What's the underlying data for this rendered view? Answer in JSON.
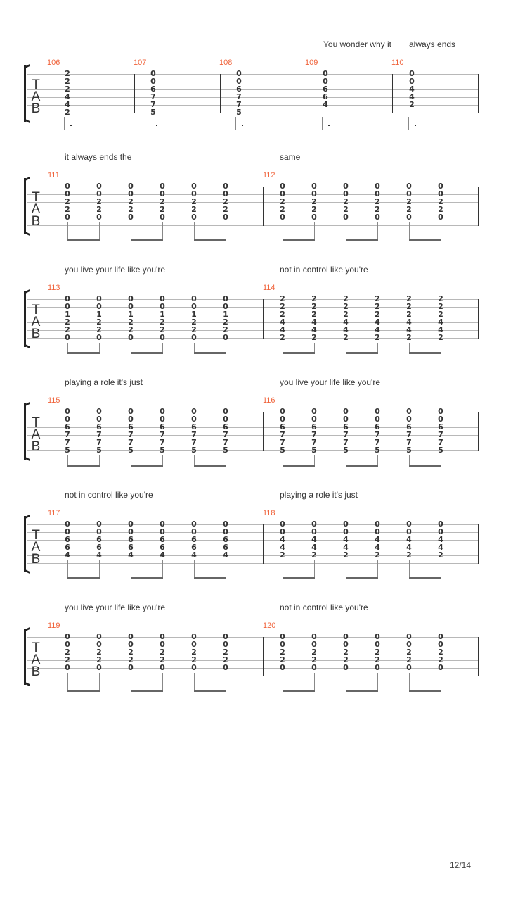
{
  "tab_letters": [
    "T",
    "A",
    "B"
  ],
  "page_number": "12/14",
  "systems": [
    {
      "layout": "five",
      "lyrics": [
        {
          "text": "You wonder why it",
          "measure": 3
        },
        {
          "text": "always ends",
          "measure": 4
        }
      ],
      "measures": [
        {
          "number": "106",
          "chords": [
            [
              "2",
              "2",
              "2",
              "4",
              "4",
              "2"
            ]
          ]
        },
        {
          "number": "107",
          "chords": [
            [
              "0",
              "0",
              "6",
              "7",
              "7",
              "5"
            ]
          ]
        },
        {
          "number": "108",
          "chords": [
            [
              "0",
              "0",
              "6",
              "7",
              "7",
              "5"
            ]
          ]
        },
        {
          "number": "109",
          "chords": [
            [
              "0",
              "0",
              "6",
              "6",
              "4"
            ]
          ]
        },
        {
          "number": "110",
          "chords": [
            [
              "0",
              "0",
              "4",
              "4",
              "2"
            ]
          ]
        }
      ]
    },
    {
      "layout": "two",
      "lyrics": [
        {
          "text": "it always ends the",
          "measure": 0
        },
        {
          "text": "same",
          "measure": 1
        }
      ],
      "measures": [
        {
          "number": "111",
          "chords": [
            [
              "0",
              "0",
              "2",
              "2",
              "0"
            ],
            [
              "0",
              "0",
              "2",
              "2",
              "0"
            ],
            [
              "0",
              "0",
              "2",
              "2",
              "0"
            ],
            [
              "0",
              "0",
              "2",
              "2",
              "0"
            ],
            [
              "0",
              "0",
              "2",
              "2",
              "0"
            ],
            [
              "0",
              "0",
              "2",
              "2",
              "0"
            ]
          ]
        },
        {
          "number": "112",
          "chords": [
            [
              "0",
              "0",
              "2",
              "2",
              "0"
            ],
            [
              "0",
              "0",
              "2",
              "2",
              "0"
            ],
            [
              "0",
              "0",
              "2",
              "2",
              "0"
            ],
            [
              "0",
              "0",
              "2",
              "2",
              "0"
            ],
            [
              "0",
              "0",
              "2",
              "2",
              "0"
            ],
            [
              "0",
              "0",
              "2",
              "2",
              "0"
            ]
          ]
        }
      ]
    },
    {
      "layout": "two",
      "lyrics": [
        {
          "text": "you live your life like you're",
          "measure": 0
        },
        {
          "text": "not in control like you're",
          "measure": 1
        }
      ],
      "measures": [
        {
          "number": "113",
          "chords": [
            [
              "0",
              "0",
              "1",
              "2",
              "2",
              "0"
            ],
            [
              "0",
              "0",
              "1",
              "2",
              "2",
              "0"
            ],
            [
              "0",
              "0",
              "1",
              "2",
              "2",
              "0"
            ],
            [
              "0",
              "0",
              "1",
              "2",
              "2",
              "0"
            ],
            [
              "0",
              "0",
              "1",
              "2",
              "2",
              "0"
            ],
            [
              "0",
              "0",
              "1",
              "2",
              "2",
              "0"
            ]
          ]
        },
        {
          "number": "114",
          "chords": [
            [
              "2",
              "2",
              "2",
              "4",
              "4",
              "2"
            ],
            [
              "2",
              "2",
              "2",
              "4",
              "4",
              "2"
            ],
            [
              "2",
              "2",
              "2",
              "4",
              "4",
              "2"
            ],
            [
              "2",
              "2",
              "2",
              "4",
              "4",
              "2"
            ],
            [
              "2",
              "2",
              "2",
              "4",
              "4",
              "2"
            ],
            [
              "2",
              "2",
              "2",
              "4",
              "4",
              "2"
            ]
          ]
        }
      ]
    },
    {
      "layout": "two",
      "lyrics": [
        {
          "text": "playing a role it's just",
          "measure": 0
        },
        {
          "text": "you live your life like you're",
          "measure": 1
        }
      ],
      "measures": [
        {
          "number": "115",
          "chords": [
            [
              "0",
              "0",
              "6",
              "7",
              "7",
              "5"
            ],
            [
              "0",
              "0",
              "6",
              "7",
              "7",
              "5"
            ],
            [
              "0",
              "0",
              "6",
              "7",
              "7",
              "5"
            ],
            [
              "0",
              "0",
              "6",
              "7",
              "7",
              "5"
            ],
            [
              "0",
              "0",
              "6",
              "7",
              "7",
              "5"
            ],
            [
              "0",
              "0",
              "6",
              "7",
              "7",
              "5"
            ]
          ]
        },
        {
          "number": "116",
          "chords": [
            [
              "0",
              "0",
              "6",
              "7",
              "7",
              "5"
            ],
            [
              "0",
              "0",
              "6",
              "7",
              "7",
              "5"
            ],
            [
              "0",
              "0",
              "6",
              "7",
              "7",
              "5"
            ],
            [
              "0",
              "0",
              "6",
              "7",
              "7",
              "5"
            ],
            [
              "0",
              "0",
              "6",
              "7",
              "7",
              "5"
            ],
            [
              "0",
              "0",
              "6",
              "7",
              "7",
              "5"
            ]
          ]
        }
      ]
    },
    {
      "layout": "two",
      "lyrics": [
        {
          "text": "not in control like you're",
          "measure": 0
        },
        {
          "text": "playing a role it's just",
          "measure": 1
        }
      ],
      "measures": [
        {
          "number": "117",
          "chords": [
            [
              "0",
              "0",
              "6",
              "6",
              "4"
            ],
            [
              "0",
              "0",
              "6",
              "6",
              "4"
            ],
            [
              "0",
              "0",
              "6",
              "6",
              "4"
            ],
            [
              "0",
              "0",
              "6",
              "6",
              "4"
            ],
            [
              "0",
              "0",
              "6",
              "6",
              "4"
            ],
            [
              "0",
              "0",
              "6",
              "6",
              "4"
            ]
          ]
        },
        {
          "number": "118",
          "chords": [
            [
              "0",
              "0",
              "4",
              "4",
              "2"
            ],
            [
              "0",
              "0",
              "4",
              "4",
              "2"
            ],
            [
              "0",
              "0",
              "4",
              "4",
              "2"
            ],
            [
              "0",
              "0",
              "4",
              "4",
              "2"
            ],
            [
              "0",
              "0",
              "4",
              "4",
              "2"
            ],
            [
              "0",
              "0",
              "4",
              "4",
              "2"
            ]
          ]
        }
      ]
    },
    {
      "layout": "two",
      "lyrics": [
        {
          "text": "you live your life like you're",
          "measure": 0
        },
        {
          "text": "not in control like you're",
          "measure": 1
        }
      ],
      "measures": [
        {
          "number": "119",
          "chords": [
            [
              "0",
              "0",
              "2",
              "2",
              "0"
            ],
            [
              "0",
              "0",
              "2",
              "2",
              "0"
            ],
            [
              "0",
              "0",
              "2",
              "2",
              "0"
            ],
            [
              "0",
              "0",
              "2",
              "2",
              "0"
            ],
            [
              "0",
              "0",
              "2",
              "2",
              "0"
            ],
            [
              "0",
              "0",
              "2",
              "2",
              "0"
            ]
          ]
        },
        {
          "number": "120",
          "chords": [
            [
              "0",
              "0",
              "2",
              "2",
              "0"
            ],
            [
              "0",
              "0",
              "2",
              "2",
              "0"
            ],
            [
              "0",
              "0",
              "2",
              "2",
              "0"
            ],
            [
              "0",
              "0",
              "2",
              "2",
              "0"
            ],
            [
              "0",
              "0",
              "2",
              "2",
              "0"
            ],
            [
              "0",
              "0",
              "2",
              "2",
              "0"
            ]
          ]
        }
      ]
    }
  ]
}
